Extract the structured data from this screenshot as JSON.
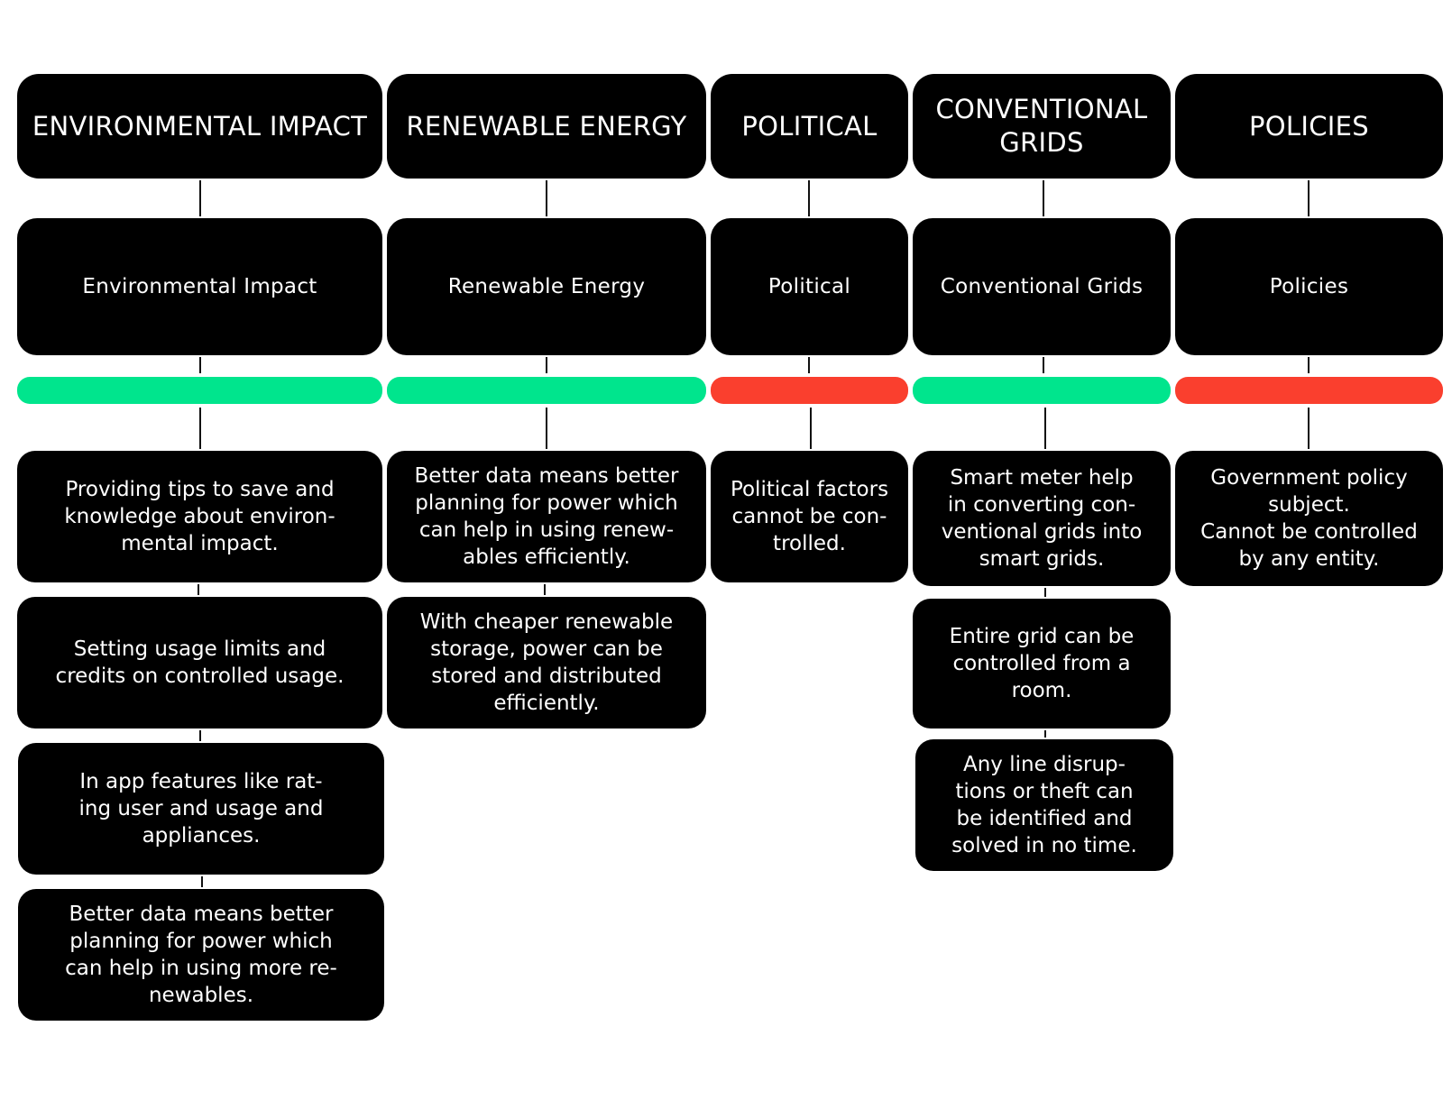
{
  "colors": {
    "box": "#000000",
    "positive": "#00e58d",
    "negative": "#fa3f2e"
  },
  "columns": [
    {
      "header": "ENVIRONMENTAL IMPACT",
      "subheader": "Environmental Impact",
      "status": "positive",
      "items": [
        "Providing tips to save and\nknowledge about environ-\nmental impact.",
        "Setting usage limits and\ncredits on controlled usage.",
        "In app features like rat-\ning user and usage and\nappliances.",
        "Better data means better\nplanning for power which\ncan help in using more re-\nnewables."
      ]
    },
    {
      "header": "RENEWABLE ENERGY",
      "subheader": "Renewable Energy",
      "status": "positive",
      "items": [
        "Better data means better\nplanning for power which\ncan help in using renew-\nables efficiently.",
        "With cheaper renewable\nstorage, power can be\nstored and distributed\nefficiently."
      ]
    },
    {
      "header": "POLITICAL",
      "subheader": "Political",
      "status": "negative",
      "items": [
        "Political factors\ncannot be con-\ntrolled."
      ]
    },
    {
      "header": "CONVENTIONAL\nGRIDS",
      "subheader": "Conventional Grids",
      "status": "positive",
      "items": [
        "Smart meter help\nin converting con-\nventional grids into\nsmart grids.",
        "Entire grid can be\ncontrolled from a\nroom.",
        "Any line disrup-\ntions or theft can\nbe identified and\nsolved in no time."
      ]
    },
    {
      "header": "POLICIES",
      "subheader": "Policies",
      "status": "negative",
      "items": [
        "Government policy\nsubject.\nCannot be controlled\nby any entity."
      ]
    }
  ]
}
